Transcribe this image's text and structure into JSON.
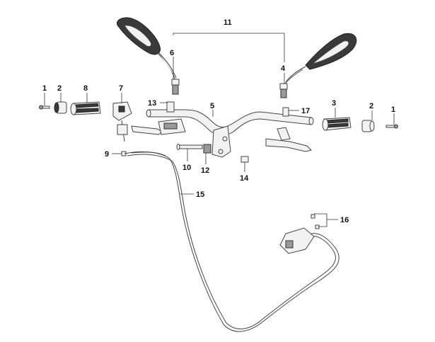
{
  "callouts": [
    {
      "id": "1a",
      "label": "1"
    },
    {
      "id": "2a",
      "label": "2"
    },
    {
      "id": "8",
      "label": "8"
    },
    {
      "id": "7",
      "label": "7"
    },
    {
      "id": "6",
      "label": "6"
    },
    {
      "id": "11",
      "label": "11"
    },
    {
      "id": "4",
      "label": "4"
    },
    {
      "id": "13",
      "label": "13"
    },
    {
      "id": "5",
      "label": "5"
    },
    {
      "id": "17",
      "label": "17"
    },
    {
      "id": "3",
      "label": "3"
    },
    {
      "id": "2b",
      "label": "2"
    },
    {
      "id": "1b",
      "label": "1"
    },
    {
      "id": "9",
      "label": "9"
    },
    {
      "id": "10",
      "label": "10"
    },
    {
      "id": "12",
      "label": "12"
    },
    {
      "id": "14",
      "label": "14"
    },
    {
      "id": "15",
      "label": "15"
    },
    {
      "id": "16",
      "label": "16"
    }
  ]
}
